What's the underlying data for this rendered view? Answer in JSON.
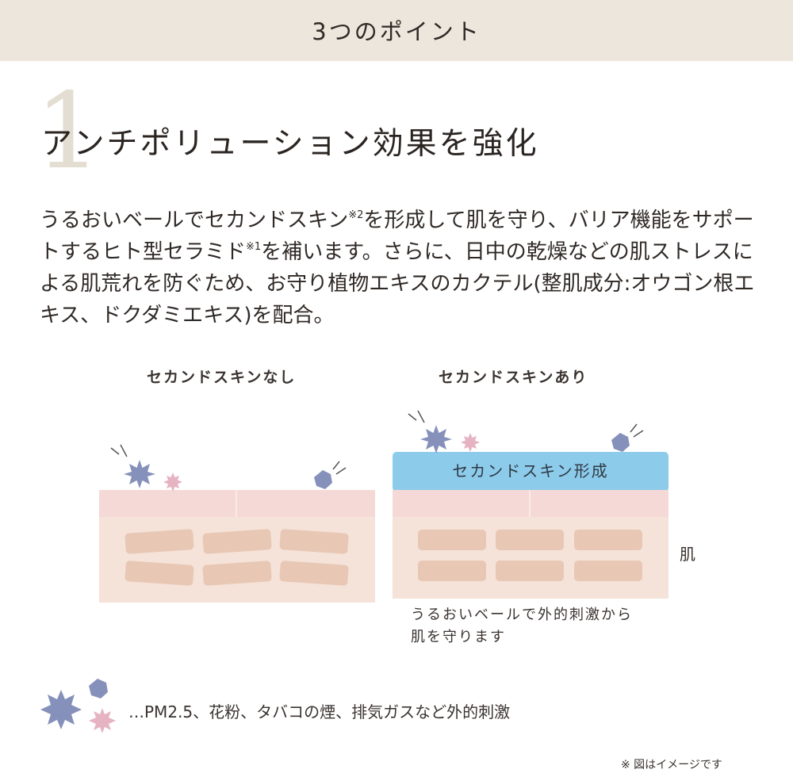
{
  "header": {
    "title": "3つのポイント"
  },
  "point": {
    "number": "1",
    "title": "アンチポリューション効果を強化"
  },
  "body": {
    "text_1": "うるおいベールでセカンドスキン",
    "sup_1": "※2",
    "text_2": "を形成して肌を守り、バリア機能をサポートするヒト型セラミド",
    "sup_2": "※1",
    "text_3": "を補います。さらに、日中の乾燥などの肌ストレスによる肌荒れを防ぐため、お守り植物エキスのカクテル(整肌成分:オウゴン根エキス、ドクダミエキス)を配合。"
  },
  "diagram": {
    "without_label": "セカンドスキンなし",
    "with_label": "セカンドスキンあり",
    "layer_label": "セカンドスキン形成",
    "skin_label": "肌",
    "caption_line1": "うるおいベールで外的刺激から",
    "caption_line2": "肌を守ります"
  },
  "legend": {
    "text": "…PM2.5、花粉、タバコの煙、排気ガスなど外的刺激"
  },
  "note": "※ 図はイメージです",
  "colors": {
    "header_bg": "#ede6dc",
    "numeral": "#e4ddd2",
    "skin_top": "#f5d9d7",
    "skin_body": "#f5e2d9",
    "cell": "#e8c8b4",
    "second_skin": "#8dcbeb",
    "particle_blue": "#8691bb",
    "particle_pink": "#e6b3c2"
  }
}
